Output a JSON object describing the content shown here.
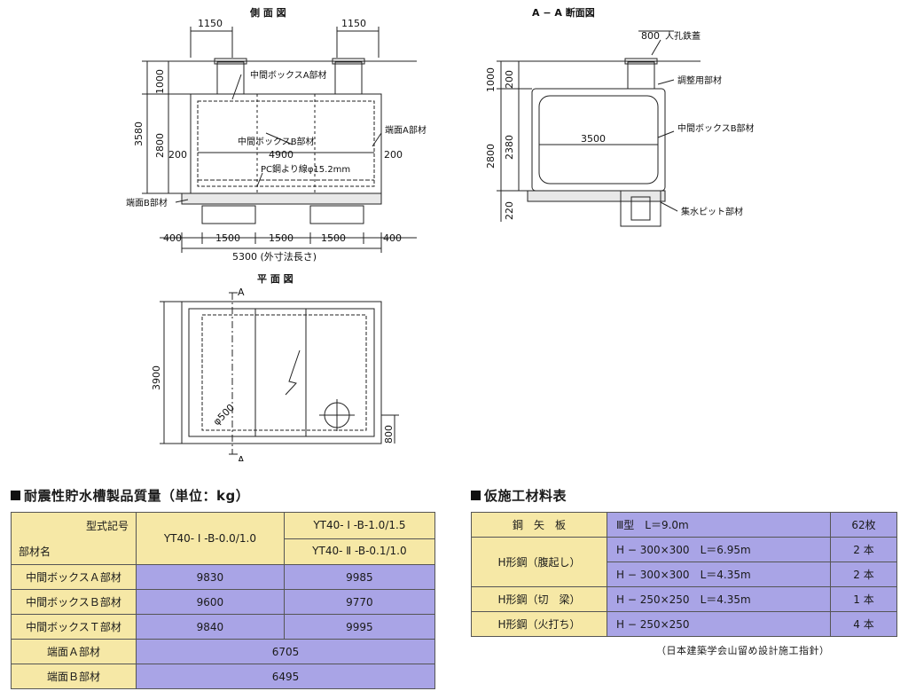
{
  "drawings": {
    "side_view": {
      "title": "側 面 図",
      "dims": {
        "top_left": "1150",
        "top_right": "1150",
        "h_1000": "1000",
        "h_3580": "3580",
        "h_2800": "2800",
        "w_200_left": "200",
        "w_200_right": "200",
        "w_4900": "4900",
        "b_400_left": "400",
        "b_400_right": "400",
        "b_1500_a": "1500",
        "b_1500_b": "1500",
        "b_1500_c": "1500",
        "overall": "5300 (外寸法長さ)"
      },
      "labels": {
        "box_a": "中間ボックスA部材",
        "box_b": "中間ボックスB部材",
        "end_a": "端面A部材",
        "end_b": "端面B部材",
        "pc_strand": "PC鋼より線φ15.2mm"
      }
    },
    "section_view": {
      "title": "A − A 断面図",
      "dims": {
        "top_800": "800",
        "h_1000": "1000",
        "h_200": "200",
        "h_2800": "2800",
        "h_2380": "2380",
        "h_220": "220",
        "w_3500": "3500"
      },
      "labels": {
        "manhole_cover": "人孔鉄蓋",
        "adjust_member": "調整用部材",
        "box_b": "中間ボックスB部材",
        "pit_member": "集水ピット部材"
      }
    },
    "plan_view": {
      "title": "平 面 図",
      "dims": {
        "h_3900": "3900",
        "phi_500": "φ500",
        "d_800": "800"
      },
      "labels": {
        "section_top": "A",
        "section_bottom": "A"
      }
    }
  },
  "mass_table": {
    "title": "耐震性貯水槽製品質量（単位：kg）",
    "header": {
      "model_label": "型式記号",
      "member_label": "部材名",
      "col1": "YT40- Ⅰ -B-0.0/1.0",
      "col2_line1": "YT40- Ⅰ -B-1.0/1.5",
      "col2_line2": "YT40- Ⅱ -B-0.1/1.0"
    },
    "rows": [
      {
        "name": "中間ボックスＡ部材",
        "v1": "9830",
        "v2": "9985"
      },
      {
        "name": "中間ボックスＢ部材",
        "v1": "9600",
        "v2": "9770"
      },
      {
        "name": "中間ボックスＴ部材",
        "v1": "9840",
        "v2": "9995"
      },
      {
        "name": "端面Ａ部材",
        "v": "6705"
      },
      {
        "name": "端面Ｂ部材",
        "v": "6495"
      }
    ]
  },
  "temp_table": {
    "title": "仮施工材料表",
    "rows": [
      {
        "name": "鋼　矢　板",
        "spec": "Ⅲ型　L＝9.0m",
        "qty": "62枚"
      },
      {
        "name": "H形鋼（腹起し）",
        "spec": "H − 300×300　L＝6.95m",
        "qty": "2 本"
      },
      {
        "spec": "H − 300×300　L＝4.35m",
        "qty": "2 本"
      },
      {
        "name": "H形鋼（切　梁）",
        "spec": "H − 250×250　L＝4.35m",
        "qty": "1 本"
      },
      {
        "name": "H形鋼（火打ち）",
        "spec": "H − 250×250",
        "qty": "4 本"
      }
    ],
    "note": "（日本建築学会山留め設計施工指針）"
  }
}
